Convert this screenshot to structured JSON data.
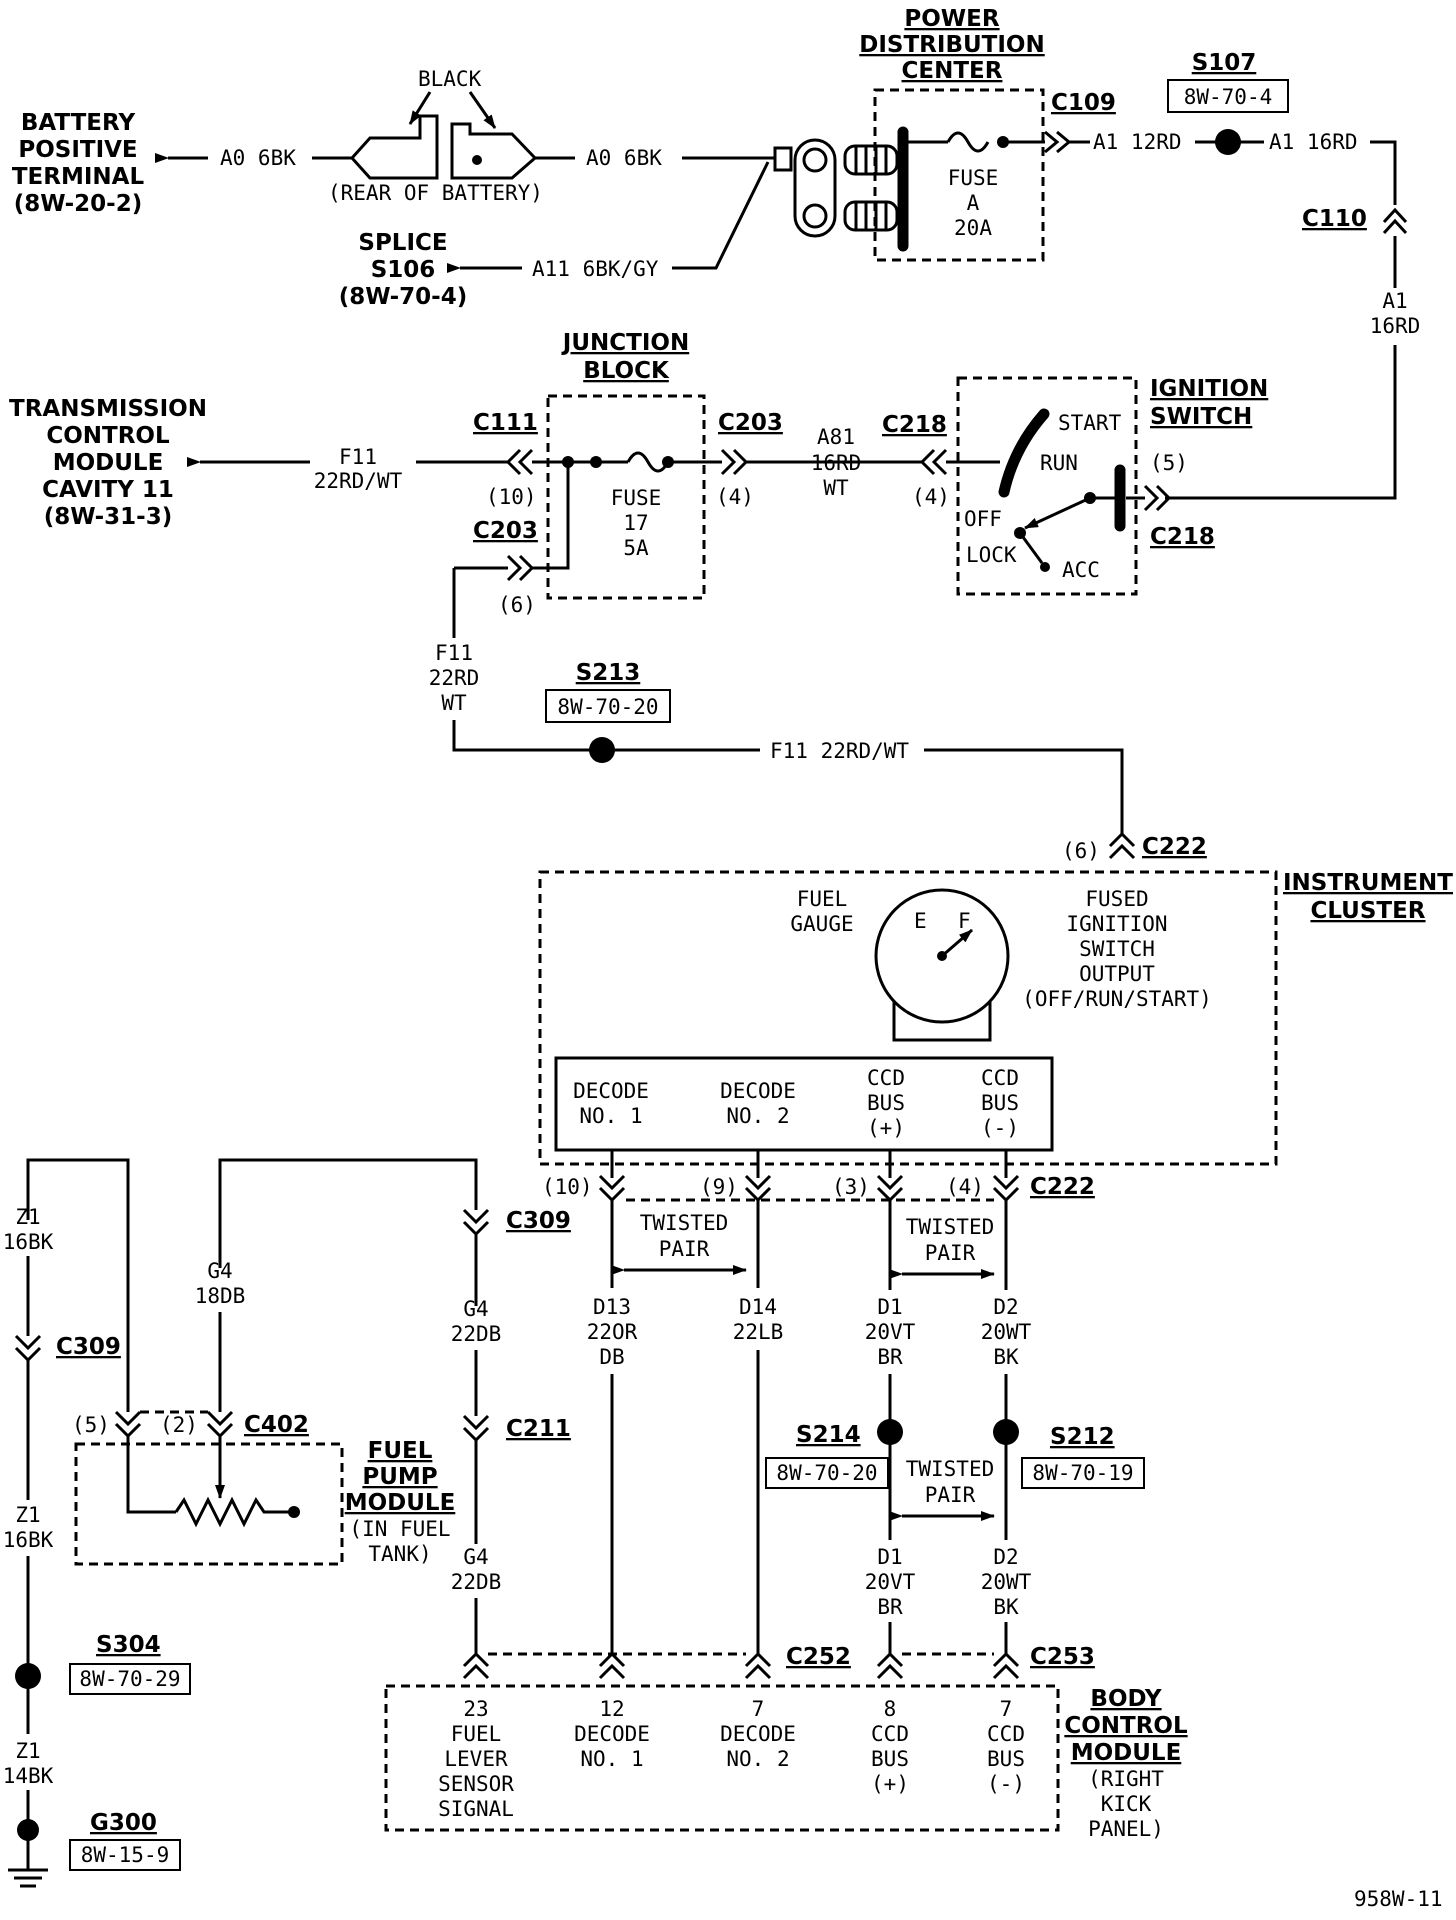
{
  "labels": {
    "battery_positive": [
      "BATTERY",
      "POSITIVE",
      "TERMINAL",
      "(8W-20-2)"
    ],
    "black": "BLACK",
    "rear_of_battery": "(REAR OF BATTERY)",
    "splice_s106": [
      "SPLICE",
      "S106",
      "(8W-70-4)"
    ],
    "pdc_title": [
      "POWER",
      "DISTRIBUTION",
      "CENTER"
    ],
    "fuse_a": [
      "FUSE",
      "A",
      "20A"
    ],
    "s107": "S107",
    "s107_ref": "8W-70-4",
    "transmission_module": [
      "TRANSMISSION",
      "CONTROL",
      "MODULE",
      "CAVITY 11",
      "(8W-31-3)"
    ],
    "junction_block": [
      "JUNCTION",
      "BLOCK"
    ],
    "fuse_17": [
      "FUSE",
      "17",
      "5A"
    ],
    "ignition_switch": [
      "IGNITION",
      "SWITCH"
    ],
    "ign_positions": {
      "start": "START",
      "run": "RUN",
      "off": "OFF",
      "lock": "LOCK",
      "acc": "ACC"
    },
    "s213": "S213",
    "s213_ref": "8W-70-20",
    "instrument_cluster": [
      "INSTRUMENT",
      "CLUSTER"
    ],
    "fuel_gauge": [
      "FUEL",
      "GAUGE"
    ],
    "gauge_e": "E",
    "gauge_f": "F",
    "fused_ignition": [
      "FUSED",
      "IGNITION",
      "SWITCH",
      "OUTPUT",
      "(OFF/RUN/START)"
    ],
    "decode1": [
      "DECODE",
      "NO. 1"
    ],
    "decode2": [
      "DECODE",
      "NO. 2"
    ],
    "ccd_pos": [
      "CCD",
      "BUS",
      "(+)"
    ],
    "ccd_neg": [
      "CCD",
      "BUS",
      "(-)"
    ],
    "twisted_pair": [
      "TWISTED",
      "PAIR"
    ],
    "fuel_pump_module": [
      "FUEL",
      "PUMP",
      "MODULE"
    ],
    "in_fuel_tank": [
      "(IN FUEL",
      "TANK)"
    ],
    "s214": "S214",
    "s214_ref": "8W-70-20",
    "s212": "S212",
    "s212_ref": "8W-70-19",
    "s304": "S304",
    "s304_ref": "8W-70-29",
    "g300": "G300",
    "g300_ref": "8W-15-9",
    "bcm_title": [
      "BODY",
      "CONTROL",
      "MODULE"
    ],
    "bcm_sub": [
      "(RIGHT",
      "KICK",
      "PANEL)"
    ],
    "bcm_pins": [
      [
        "23",
        "FUEL",
        "LEVER",
        "SENSOR",
        "SIGNAL"
      ],
      [
        "12",
        "DECODE",
        "NO. 1"
      ],
      [
        "7",
        "DECODE",
        "NO. 2"
      ],
      [
        "8",
        "CCD",
        "BUS",
        "(+)"
      ],
      [
        "7",
        "CCD",
        "BUS",
        "(-)"
      ]
    ],
    "figure_id": "958W-11"
  },
  "connectors": {
    "c109": "C109",
    "c110": "C110",
    "c111": "C111",
    "c203": "C203",
    "c218": "C218",
    "c222": "C222",
    "c309": "C309",
    "c402": "C402",
    "c211": "C211",
    "c252": "C252",
    "c253": "C253"
  },
  "pins": {
    "p10": "(10)",
    "p4": "(4)",
    "p6": "(6)",
    "p5": "(5)",
    "p9": "(9)",
    "p3": "(3)",
    "p2": "(2)"
  },
  "wires": {
    "a0_6bk": "A0 6BK",
    "a11": "A11 6BK/GY",
    "a1_12rd": "A1 12RD",
    "a1_16rd": "A1 16RD",
    "a1_vert": [
      "A1",
      "16RD"
    ],
    "f11_h": [
      "F11",
      "22RD/WT"
    ],
    "a81": [
      "A81",
      "16RD",
      "WT"
    ],
    "f11_v": [
      "F11",
      "22RD",
      "WT"
    ],
    "f11_long": "F11 22RD/WT",
    "z1_16bk": [
      "Z1",
      "16BK"
    ],
    "z1_14bk": [
      "Z1",
      "14BK"
    ],
    "g4_18db": [
      "G4",
      "18DB"
    ],
    "g4_22db": [
      "G4",
      "22DB"
    ],
    "d13": [
      "D13",
      "22OR",
      "DB"
    ],
    "d14": [
      "D14",
      "22LB"
    ],
    "d1": [
      "D1",
      "20VT",
      "BR"
    ],
    "d2": [
      "D2",
      "20WT",
      "BK"
    ]
  }
}
